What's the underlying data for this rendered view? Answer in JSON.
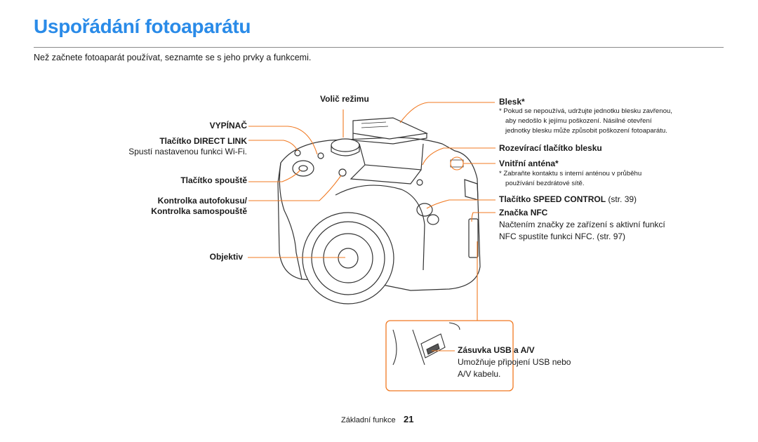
{
  "page": {
    "title": "Uspořádání fotoaparátu",
    "intro": "Než začnete fotoaparát používat, seznamte se s jeho prvky a funkcemi.",
    "footer_section": "Základní funkce",
    "footer_page": "21"
  },
  "colors": {
    "title": "#2a8be8",
    "leader": "#f07820",
    "text": "#1a1a1a"
  },
  "labels_left": {
    "volic": "Volič režimu",
    "vypinac": "VYPÍNAČ",
    "direct_link": "Tlačítko DIRECT LINK",
    "direct_link_desc": "Spustí nastavenou funkci Wi-Fi.",
    "spoust": "Tlačítko spouště",
    "af_line1": "Kontrolka autofokusu/",
    "af_line2": "Kontrolka samospouště",
    "objektiv": "Objektiv"
  },
  "labels_right": {
    "blesk": "Blesk*",
    "blesk_note1": "* Pokud se nepoužívá, udržujte jednotku blesku zavřenou,",
    "blesk_note2": "aby nedošlo k jejímu poškození. Násilné otevření",
    "blesk_note3": "jednotky blesku může způsobit poškození fotoaparátu.",
    "rozeviraci": "Rozevírací tlačítko blesku",
    "antena": "Vnitřní anténa*",
    "antena_note1": "* Zabraňte kontaktu s interní anténou v průběhu",
    "antena_note2": "používání bezdrátové sítě.",
    "speed": "Tlačítko SPEED CONTROL",
    "speed_ref": " (str. 39)",
    "nfc": "Značka NFC",
    "nfc_desc1": "Načtením značky ze zařízení s aktivní funkcí",
    "nfc_desc2": "NFC spustíte funkci NFC. (str. 97)",
    "usb": "Zásuvka USB a A/V",
    "usb_desc1": "Umožňuje připojení USB nebo",
    "usb_desc2": "A/V kabelu."
  }
}
